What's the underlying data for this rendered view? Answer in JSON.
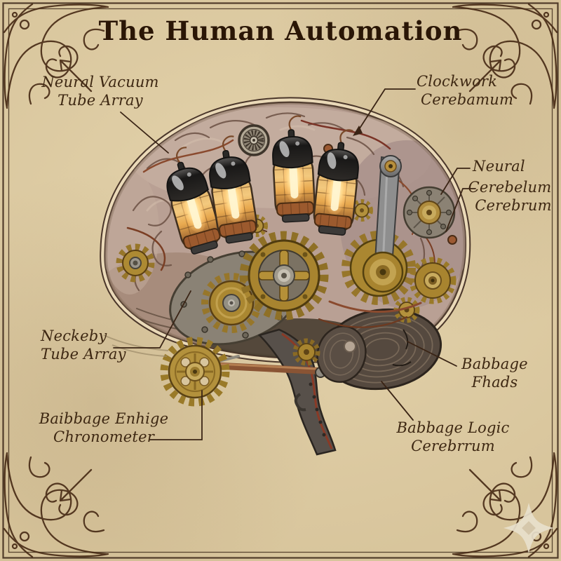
{
  "title": "The Human Automation",
  "labels": {
    "neural_vacuum_tube_array": {
      "lines": [
        "Neural Vacuum",
        "Tube Array"
      ]
    },
    "clockwork_cerebamum": {
      "lines": [
        "Clockwork",
        "Cerebamum"
      ]
    },
    "neural": {
      "lines": [
        "Neural"
      ]
    },
    "cerebelum_cerebrum": {
      "lines": [
        "Cerebelum",
        "Cerebrum"
      ]
    },
    "neckeby_tube_array": {
      "lines": [
        "Neckeby",
        "Tube Array"
      ]
    },
    "baibbage_enhige_chronometer": {
      "lines": [
        "Baibbage Enhige",
        "Chronometer"
      ]
    },
    "babbage_fhads": {
      "lines": [
        "Babbage",
        "Fhads"
      ]
    },
    "babbage_logic_cerebrrum": {
      "lines": [
        "Babbage Logic",
        "Cerebrrum"
      ]
    }
  },
  "illustration": {
    "subject": "steampunk mechanical human brain, side view",
    "parts": [
      "cerebrum with exposed gears",
      "four glowing vacuum tubes",
      "spoked dial wheel",
      "steel pendulum arm",
      "brass gear train",
      "chronometer gear with drive rod",
      "ridged cerebellum",
      "riveted brain stem",
      "copper wiring"
    ]
  },
  "colors": {
    "parchment": "#d8c59c",
    "ink": "#3a2415",
    "title_ink": "#2a1606",
    "brass": "#a8842f",
    "brass_light": "#c8ab5e",
    "copper": "#8a4a2e",
    "steel": "#8f8a80",
    "brain_pink": "#b9a094",
    "tube_glow": "#ffd98c",
    "cerebellum": "#55493f"
  }
}
